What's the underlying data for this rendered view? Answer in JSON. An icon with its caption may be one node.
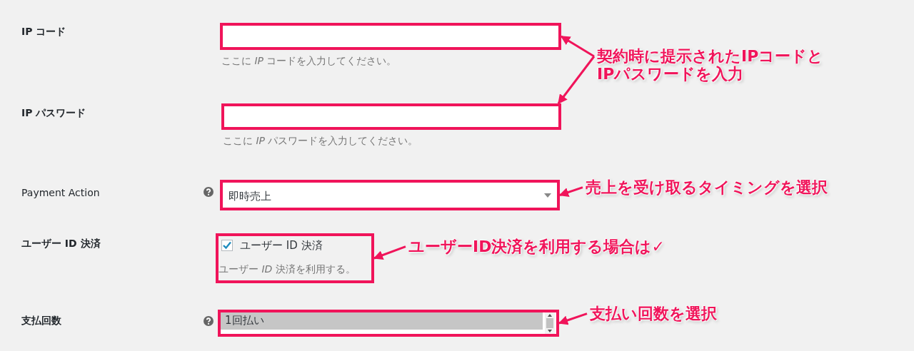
{
  "diagram": {
    "nodes": [
      {
        "text": [],
        "shape": "box",
        "beside": [
          "ここに *IP* コードを入力してください。"
        ]
      },
      {
        "text": [],
        "shape": "box",
        "beside": [
          "ここに *IP* パスワードを入力してください。"
        ]
      },
      {
        "text": [
          "即時売上"
        ]
      },
      {
        "text": [
          "ユーザー ID 決済",
          "ユーザー *ID* 決済を利用する。"
        ]
      },
      {
        "text": [
          "1回払い"
        ]
      },
      {
        "text": [
          "契約時に提示されたIPコードとIPパスワードを入力"
        ]
      },
      {
        "text": [
          "売上を受け取るタイミングを選択"
        ]
      },
      {
        "text": [
          "ユーザーID決済を利用する場合は✓"
        ]
      },
      {
        "text": [
          "支払い回数を選択"
        ]
      }
    ],
    "edges": [
      {
        "from": 5,
        "to": 0,
        "arrow": "to"
      },
      {
        "from": 5,
        "to": 1,
        "arrow": "to"
      },
      {
        "from": 6,
        "to": 2,
        "arrow": "to"
      },
      {
        "from": 7,
        "to": 3,
        "arrow": "to"
      },
      {
        "from": 8,
        "to": 4,
        "arrow": "to"
      }
    ],
    "labels": [
      "IP コード",
      "IP パスワード",
      "Payment Action",
      "ユーザー ID 決済",
      "支払回数"
    ]
  }
}
